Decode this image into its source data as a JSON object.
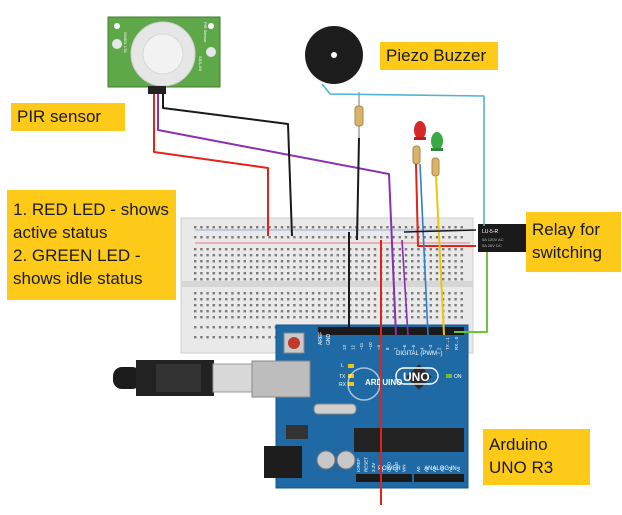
{
  "labels": {
    "pir": "PIR sensor",
    "buzzer": "Piezo Buzzer",
    "leds": "1. RED LED - shows\nactive status\n2. GREEN LED -\nshows idle status",
    "relay": "Relay for\nswitching",
    "arduino": "Arduino\nUNO R3"
  },
  "pir_module": {
    "left_text": "PIR Sensor",
    "model": "SSS-JIS",
    "side_text": "SNSEL LTA"
  },
  "relay_module": {
    "name": "LU-5-R",
    "spec1": "5A 120V AC",
    "spec2": "5A 28V DC"
  },
  "arduino_board": {
    "logo": "ARDUINO",
    "model": "UNO",
    "digital_label": "DIGITAL (PWM~)",
    "power_label": "POWER",
    "analog_label": "ANALOG IN",
    "aref": "AREF",
    "gnd": "GND",
    "tx": "TX",
    "rx": "RX",
    "l_led": "L",
    "on_led": "ON",
    "power_pins": [
      "IOREF",
      "RESET",
      "3.3V",
      "5V",
      "GND",
      "GND",
      "VIN"
    ],
    "analog_pins": [
      "A0",
      "A1",
      "A2",
      "A3",
      "A4",
      "A5"
    ],
    "digital_pins": [
      "13",
      "12",
      "~11",
      "~10",
      "~9",
      "8",
      "7",
      "~6",
      "~5",
      "4",
      "~3",
      "2",
      "TX→1",
      "RX←0"
    ]
  },
  "colors": {
    "label_bg": "#fdca1a",
    "arduino_blue": "#1f6aa5",
    "breadboard": "#e9e9e9",
    "pir_green": "#5fa84a",
    "wire_red": "#e2231a",
    "wire_purple": "#8a2fb0",
    "wire_black": "#1a1a1a",
    "wire_cyan": "#4fb2d8",
    "wire_yellow": "#f1c40f",
    "wire_green": "#6cc23a",
    "wire_blue": "#2d7fd3"
  }
}
